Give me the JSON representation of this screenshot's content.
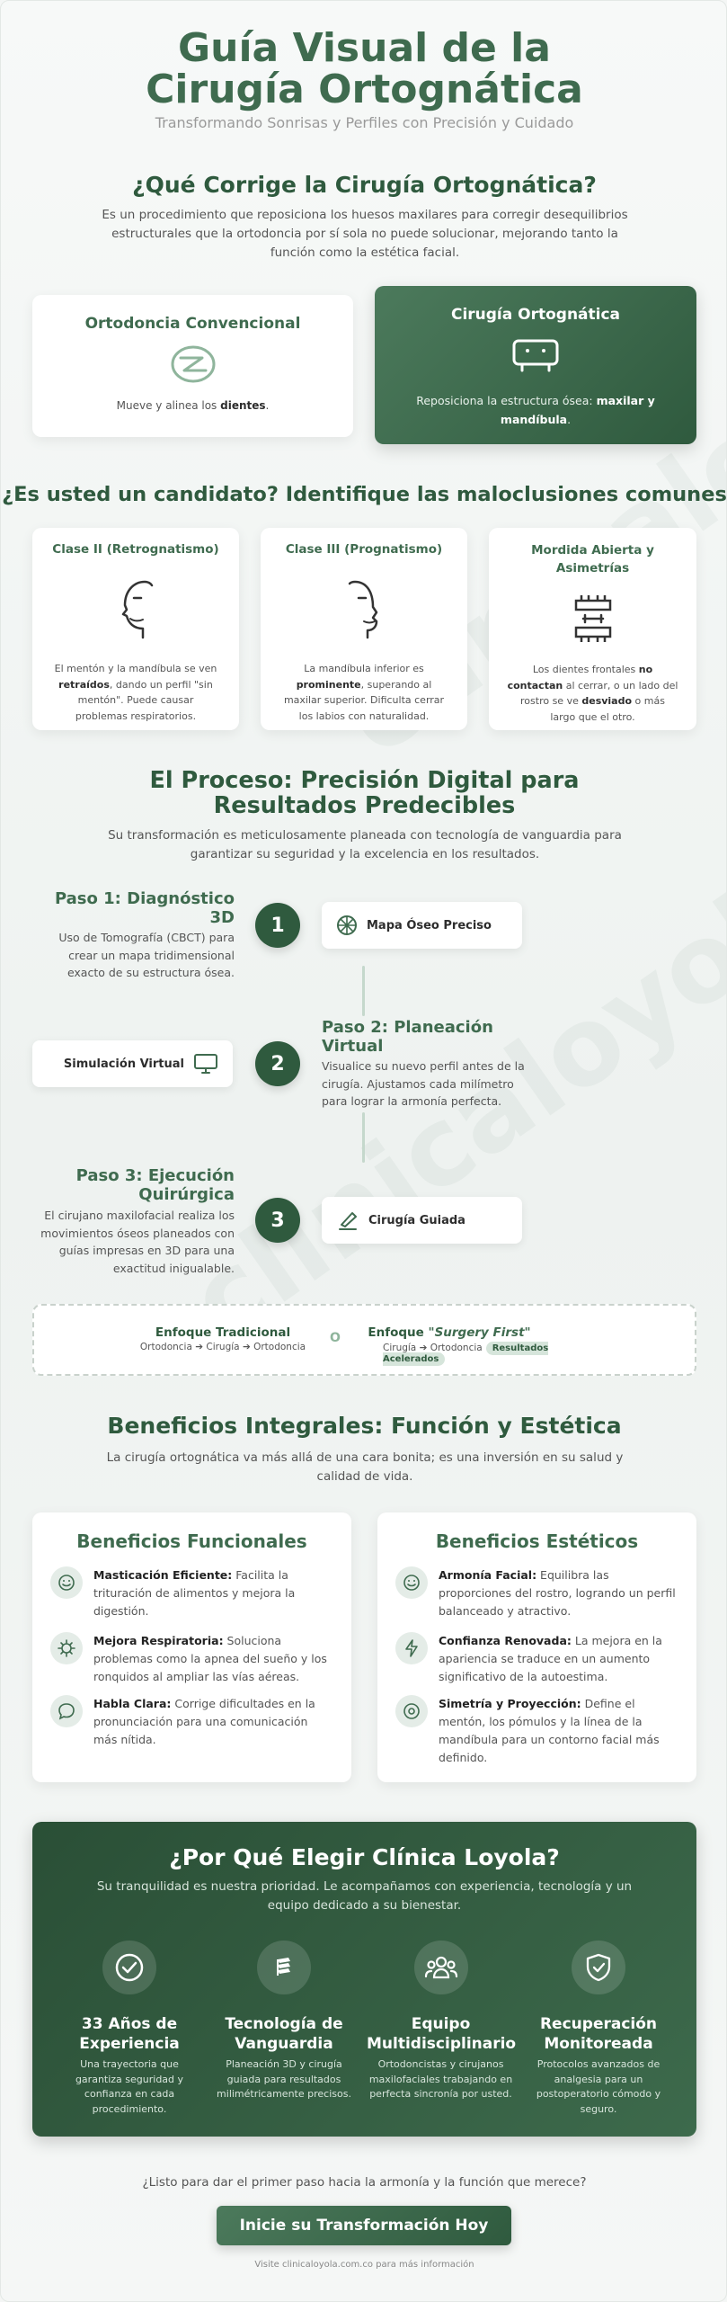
{
  "header": {
    "title": "Guía Visual de la Cirugía Ortognática",
    "subtitle": "Transformando Sonrisas y Perfiles con Precisión y Cuidado"
  },
  "intro": {
    "title": "¿Qué Corrige la Cirugía Ortognática?",
    "description": "Es un procedimiento que reposiciona los huesos maxilares para corregir desequilibrios estructurales que la ortodoncia por sí sola no puede solucionar, mejorando tanto la función como la estética facial.",
    "ortho_title": "Ortodoncia Convencional",
    "ortho_text_pre": "Mueve y alinea los ",
    "ortho_text_bold": "dientes",
    "ortho_text_post": ".",
    "surgery_title": "Cirugía Ortognática",
    "surgery_text_pre": "Reposiciona la estructura ósea: ",
    "surgery_text_bold": "maxilar y mandíbula",
    "surgery_text_post": "."
  },
  "candidates": {
    "title": "¿Es usted un candidato? Identifique las maloclusiones comunes",
    "items": [
      {
        "title": "Clase II (Retrognatismo)",
        "t1": "El mentón y la mandíbula se ven ",
        "b1": "retraídos",
        "t2": ", dando un perfil \"sin mentón\". Puede causar problemas respiratorios."
      },
      {
        "title": "Clase III (Prognatismo)",
        "t1": "La mandíbula inferior es ",
        "b1": "prominente",
        "t2": ", superando al maxilar superior. Dificulta cerrar los labios con naturalidad."
      },
      {
        "title": "Mordida Abierta y Asimetrías",
        "t1": "Los dientes frontales ",
        "b1": "no contactan",
        "t2": " al cerrar, o un lado del rostro se ve ",
        "b2": "desviado",
        "t3": " o más largo que el otro."
      }
    ]
  },
  "process": {
    "title": "El Proceso: Precisión Digital para Resultados Predecibles",
    "description": "Su transformación es meticulosamente planeada con tecnología de vanguardia para garantizar su seguridad y la excelencia en los resultados.",
    "steps": [
      {
        "num": "1",
        "title": "Paso 1: Diagnóstico 3D",
        "desc": "Uso de Tomografía (CBCT) para crear un mapa tridimensional exacto de su estructura ósea.",
        "pill": "Mapa Óseo Preciso"
      },
      {
        "num": "2",
        "title": "Paso 2: Planeación Virtual",
        "desc": "Visualice su nuevo perfil antes de la cirugía. Ajustamos cada milímetro para lograr la armonía perfecta.",
        "pill": "Simulación Virtual"
      },
      {
        "num": "3",
        "title": "Paso 3: Ejecución Quirúrgica",
        "desc": "El cirujano maxilofacial realiza los movimientos óseos planeados con guías impresas en 3D para una exactitud inigualable.",
        "pill": "Cirugía Guiada"
      }
    ],
    "approach": {
      "traditional_title": "Enfoque Tradicional",
      "traditional_flow": "Ortodoncia ➔ Cirugía ➔ Ortodoncia",
      "or": "O",
      "sf_title_pre": "Enfoque ",
      "sf_title_em": "\"Surgery First\"",
      "sf_flow": "Cirugía ➔ Ortodoncia",
      "sf_tag": "Resultados Acelerados"
    }
  },
  "benefits": {
    "title": "Beneficios Integrales: Función y Estética",
    "description": "La cirugía ortognática va más allá de una cara bonita; es una inversión en su salud y calidad de vida.",
    "functional_title": "Beneficios Funcionales",
    "functional": [
      {
        "bold": "Masticación Eficiente:",
        "text": " Facilita la trituración de alimentos y mejora la digestión."
      },
      {
        "bold": "Mejora Respiratoria:",
        "text": " Soluciona problemas como la apnea del sueño y los ronquidos al ampliar las vías aéreas."
      },
      {
        "bold": "Habla Clara:",
        "text": " Corrige dificultades en la pronunciación para una comunicación más nítida."
      }
    ],
    "aesthetic_title": "Beneficios Estéticos",
    "aesthetic": [
      {
        "bold": "Armonía Facial:",
        "text": " Equilibra las proporciones del rostro, logrando un perfil balanceado y atractivo."
      },
      {
        "bold": "Confianza Renovada:",
        "text": " La mejora en la apariencia se traduce en un aumento significativo de la autoestima."
      },
      {
        "bold": "Simetría y Proyección:",
        "text": " Define el mentón, los pómulos y la línea de la mandíbula para un contorno facial más definido."
      }
    ]
  },
  "why": {
    "title": "¿Por Qué Elegir Clínica Loyola?",
    "description": "Su tranquilidad es nuestra prioridad. Le acompañamos con experiencia, tecnología y un equipo dedicado a su bienestar.",
    "items": [
      {
        "title": "33 Años de Experiencia",
        "desc": "Una trayectoria que garantiza seguridad y confianza en cada procedimiento."
      },
      {
        "title": "Tecnología de Vanguardia",
        "desc": "Planeación 3D y cirugía guiada para resultados milimétricamente precisos."
      },
      {
        "title": "Equipo Multidisciplinario",
        "desc": "Ortodoncistas y cirujanos maxilofaciales trabajando en perfecta sincronía por usted."
      },
      {
        "title": "Recuperación Monitoreada",
        "desc": "Protocolos avanzados de analgesia para un postoperatorio cómodo y seguro."
      }
    ]
  },
  "cta": {
    "question": "¿Listo para dar el primer paso hacia la armonía y la función que merece?",
    "button": "Inicie su Transformación Hoy",
    "footer": "Visite clinicaloyola.com.co para más información"
  },
  "watermark": "clinicaloyola"
}
